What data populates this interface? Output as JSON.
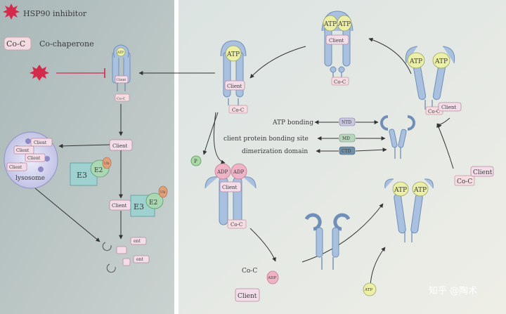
{
  "legend": {
    "inhibitor_label": "HSP90 inhibitor",
    "cochaperone_tag": "Co-C",
    "cochaperone_label": "Co-chaperone"
  },
  "labels": {
    "atp": "ATP",
    "adp": "ADP",
    "client": "Client",
    "coc": "Co-C",
    "phosphate": "P",
    "e3": "E3",
    "e2": "E2",
    "ub": "Ub",
    "lysosome": "lysosome",
    "ent": "ent"
  },
  "domains": [
    {
      "label": "ATP bonding",
      "tag": "NTD",
      "color": "#c9c7de"
    },
    {
      "label": "client protein bonding site",
      "tag": "MD",
      "color": "#b9d4bc"
    },
    {
      "label": "dimerization domain",
      "tag": "CTD",
      "color": "#6f8fa9"
    }
  ],
  "watermark": "知乎 @陶术",
  "colors": {
    "left_panel": "#b7c4c4",
    "right_panel": "#e7ebe6",
    "inhibitor": "#d42a4c",
    "body": "#a9c0de",
    "e3_box": "#9fd1d1",
    "e2_oval": "#a9d8b2"
  }
}
